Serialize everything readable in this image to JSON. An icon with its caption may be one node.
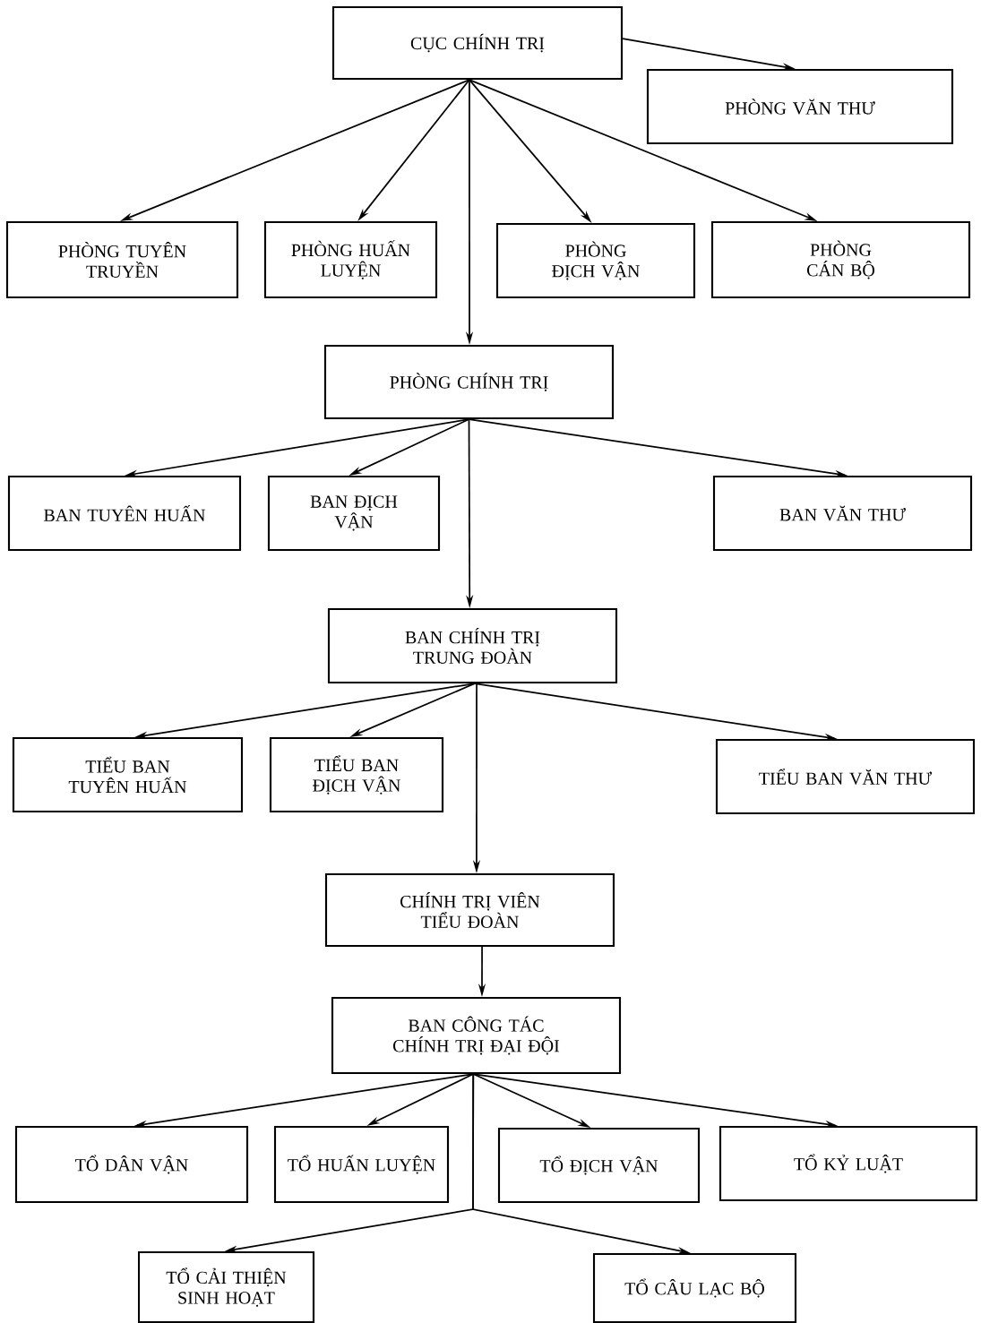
{
  "diagram": {
    "nodes": [
      {
        "text": [
          "CỤC CHÍNH TRỊ"
        ]
      },
      {
        "text": [
          "PHÒNG VĂN THƯ"
        ]
      },
      {
        "text": [
          "PHÒNG TUYÊN TRUYỀN"
        ]
      },
      {
        "text": [
          "PHÒNG HUẤN LUYỆN"
        ]
      },
      {
        "text": [
          "PHÒNG ĐỊCH VẬN"
        ]
      },
      {
        "text": [
          "PHÒNG CÁN BỘ"
        ]
      },
      {
        "text": [
          "PHÒNG CHÍNH TRỊ"
        ]
      },
      {
        "text": [
          "BAN TUYÊN HUẤN"
        ]
      },
      {
        "text": [
          "BAN ĐỊCH VẬN"
        ]
      },
      {
        "text": [
          "BAN VĂN THƯ"
        ]
      },
      {
        "text": [
          "BAN CHÍNH TRỊ TRUNG ĐOÀN"
        ]
      },
      {
        "text": [
          "TIỂU BAN TUYÊN HUẤN"
        ]
      },
      {
        "text": [
          "TIỂU BAN ĐỊCH VẬN"
        ]
      },
      {
        "text": [
          "TIỂU BAN VĂN THƯ"
        ]
      },
      {
        "text": [
          "CHÍNH TRỊ VIÊN TIỂU ĐOÀN"
        ]
      },
      {
        "text": [
          "BAN CÔNG TÁC CHÍNH TRỊ ĐẠI ĐỘI"
        ]
      },
      {
        "text": [
          "TỔ DÂN VẬN"
        ]
      },
      {
        "text": [
          "TỔ HUẤN LUYỆN"
        ]
      },
      {
        "text": [
          "TỔ ĐỊCH VẬN"
        ]
      },
      {
        "text": [
          "TỔ KỶ LUẬT"
        ]
      },
      {
        "text": [
          "TỔ CẢI THIỆN SINH HOẠT"
        ]
      },
      {
        "text": [
          "TỔ CÂU LẠC BỘ"
        ]
      }
    ],
    "edges": [
      {
        "from": 0,
        "to": 1,
        "arrow": "to"
      },
      {
        "from": 0,
        "to": 2,
        "arrow": "to"
      },
      {
        "from": 0,
        "to": 3,
        "arrow": "to"
      },
      {
        "from": 0,
        "to": 6,
        "arrow": "to"
      },
      {
        "from": 0,
        "to": 4,
        "arrow": "to"
      },
      {
        "from": 0,
        "to": 5,
        "arrow": "to"
      },
      {
        "from": 6,
        "to": 7,
        "arrow": "to"
      },
      {
        "from": 6,
        "to": 8,
        "arrow": "to"
      },
      {
        "from": 6,
        "to": 10,
        "arrow": "to"
      },
      {
        "from": 6,
        "to": 9,
        "arrow": "to"
      },
      {
        "from": 10,
        "to": 11,
        "arrow": "to"
      },
      {
        "from": 10,
        "to": 12,
        "arrow": "to"
      },
      {
        "from": 10,
        "to": 14,
        "arrow": "to"
      },
      {
        "from": 10,
        "to": 13,
        "arrow": "to"
      },
      {
        "from": 14,
        "to": 15,
        "arrow": "to"
      },
      {
        "from": 15,
        "to": 16,
        "arrow": "to"
      },
      {
        "from": 15,
        "to": 17,
        "arrow": "to"
      },
      {
        "from": 15,
        "to": 18,
        "arrow": "to"
      },
      {
        "from": 15,
        "to": 19,
        "arrow": "to"
      },
      {
        "from": 15,
        "to": 20,
        "arrow": "to"
      },
      {
        "from": 15,
        "to": 21,
        "arrow": "to"
      }
    ]
  }
}
